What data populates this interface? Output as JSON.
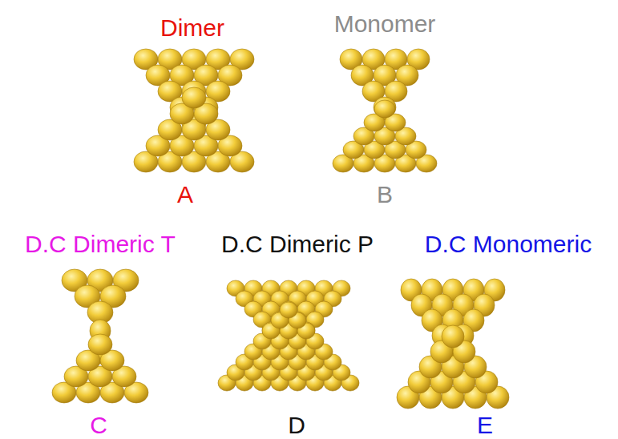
{
  "diagram": {
    "labels": [
      "Dimer",
      "Monomer",
      "A",
      "B",
      "D.C Dimeric T",
      "D.C Dimeric P",
      "D.C Monomeric",
      "C",
      "D",
      "E"
    ]
  }
}
